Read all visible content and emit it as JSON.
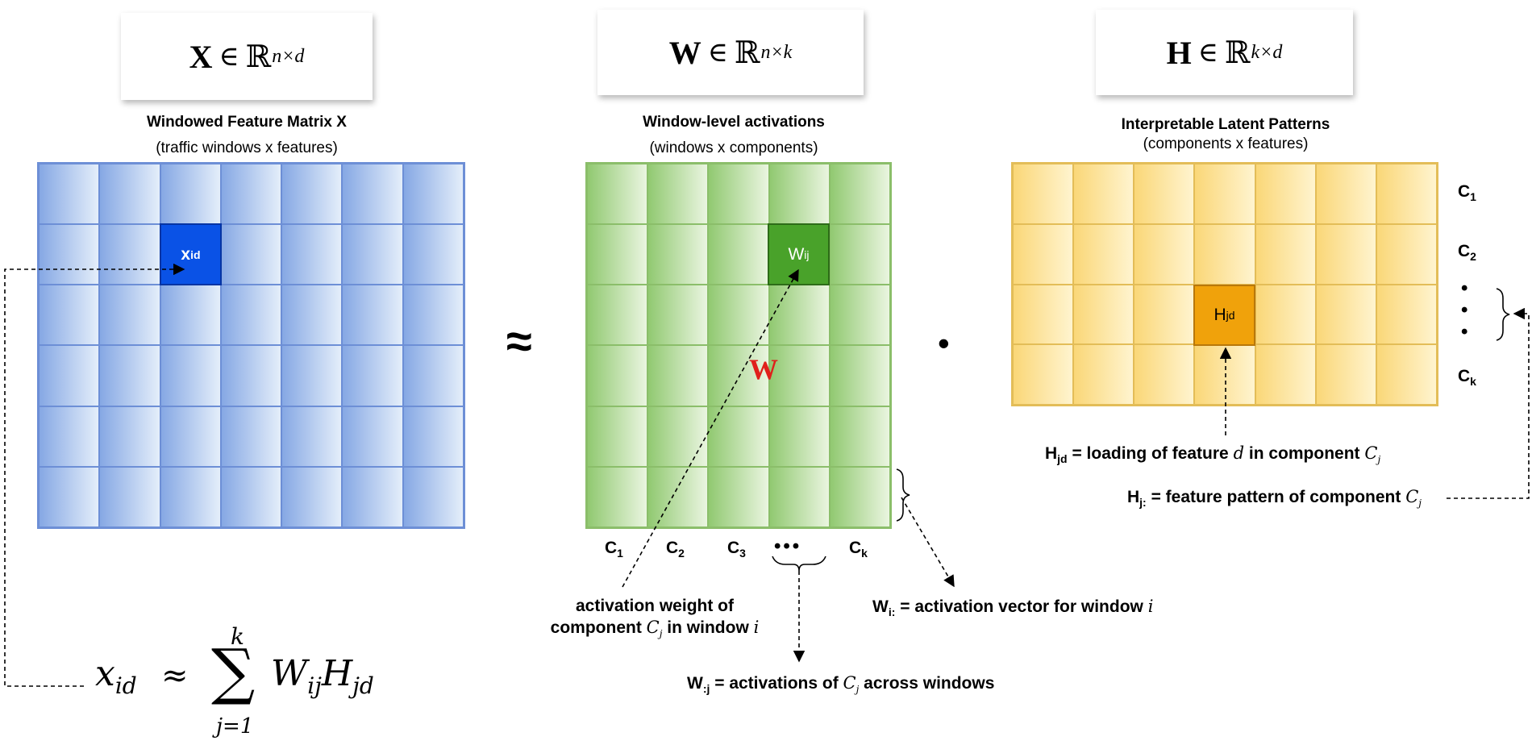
{
  "formulas": {
    "x": {
      "symbol": "X",
      "set": "ℝ",
      "dims": "n×d"
    },
    "w": {
      "symbol": "W",
      "set": "ℝ",
      "dims": "n×k"
    },
    "h": {
      "symbol": "H",
      "set": "ℝ",
      "dims": "k×d"
    },
    "in_symbol": "∈"
  },
  "captions": {
    "x": {
      "title": "Windowed Feature Matrix X",
      "subtitle": "(traffic windows x features)"
    },
    "w": {
      "title": "Window-level activations",
      "subtitle": "(windows x components)"
    },
    "h": {
      "title": "Interpretable Latent Patterns",
      "subtitle": "(components x features)"
    }
  },
  "highlights": {
    "x": {
      "base": "x",
      "sub": "id"
    },
    "w": {
      "base": "W",
      "sub": "ij"
    },
    "h": {
      "base": "H",
      "sub": "jd"
    }
  },
  "operators": {
    "approx": "≈",
    "dot": "•",
    "w_overlay": "W"
  },
  "column_labels": [
    {
      "base": "C",
      "sub": "1"
    },
    {
      "base": "C",
      "sub": "2"
    },
    {
      "base": "C",
      "sub": "3"
    },
    {
      "base": "",
      "sub": "",
      "dots": "•••"
    },
    {
      "base": "C",
      "sub": "k"
    }
  ],
  "row_labels": [
    {
      "base": "C",
      "sub": "1"
    },
    {
      "base": "C",
      "sub": "2"
    },
    {
      "base": "",
      "sub": "",
      "dots": "•"
    },
    {
      "base": "C",
      "sub": "k"
    }
  ],
  "annotations": {
    "hjd": {
      "lhs": "H",
      "lhs_sub": "jd",
      "text1": " = loading of feature ",
      "var1": "d",
      "text2": " in component ",
      "var2": "C",
      "var2_sub": "j"
    },
    "hj": {
      "lhs": "H",
      "lhs_sub": "j:",
      "text1": " = feature pattern of component ",
      "var1": "C",
      "var1_sub": "j"
    },
    "wi": {
      "lhs": "W",
      "lhs_sub": "i:",
      "text1": " = activation vector for window ",
      "var1": "i"
    },
    "wj": {
      "lhs": "W",
      "lhs_sub": ":j",
      "text1": " = activations of ",
      "var1": "C",
      "var1_sub": "j",
      "text2": " across windows"
    },
    "weight": {
      "line1": "activation weight of",
      "line2a": "component ",
      "var1": "C",
      "var1_sub": "j",
      "line2b": " in window ",
      "var2": "i"
    }
  },
  "equation": {
    "lhs": "x",
    "lhs_sub": "id",
    "approx": "≈",
    "sum": "∑",
    "upper": "k",
    "lower": "j=1",
    "term1": "W",
    "term1_sub": "ij",
    "term2": "H",
    "term2_sub": "jd"
  },
  "colors": {
    "x_accent": "#0a52e6",
    "w_accent": "#49a22a",
    "h_accent": "#f0a20b",
    "w_overlay": "#e0201b"
  }
}
